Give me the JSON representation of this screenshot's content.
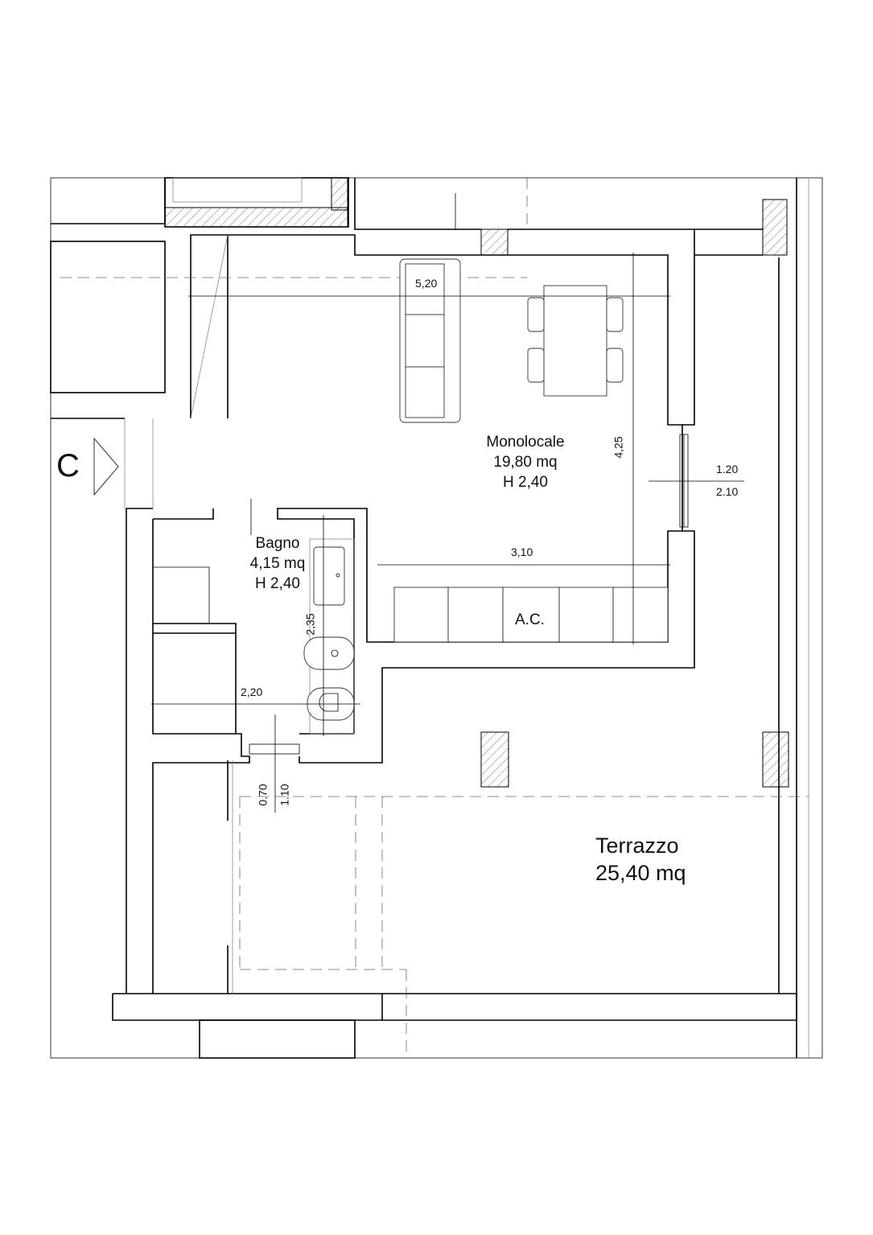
{
  "rooms": {
    "monolocale": {
      "name": "Monolocale",
      "area": "19,80 mq",
      "height": "H 2,40"
    },
    "bagno": {
      "name": "Bagno",
      "area": "4,15 mq",
      "height": "H 2,40"
    },
    "terrazzo": {
      "name": "Terrazzo",
      "area": "25,40 mq"
    }
  },
  "dimensions": {
    "width_top": "5,20",
    "height_main": "4,25",
    "kitchen_width": "3,10",
    "bath_height": "2,35",
    "bath_width": "2,20",
    "window_width": "1.20",
    "window_height": "2.10",
    "door_width": "0.70",
    "door_height": "1.10"
  },
  "labels": {
    "kitchen": "A.C.",
    "section_marker": "C"
  }
}
